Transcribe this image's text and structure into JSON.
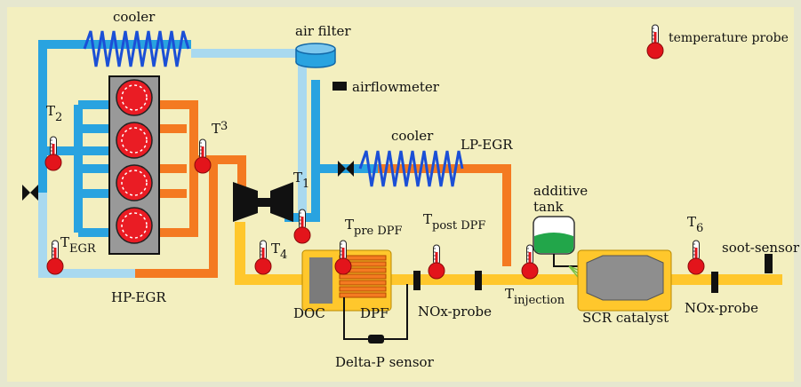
{
  "labels": {
    "cooler_top": "cooler",
    "air_filter": "air filter",
    "airflowmeter": "airflowmeter",
    "temperature_probe": "temperature probe",
    "cooler_lp": "cooler",
    "lp_egr": "LP-EGR",
    "hp_egr": "HP-EGR",
    "additive_tank": [
      "additive",
      "tank"
    ],
    "doc": "DOC",
    "dpf": "DPF",
    "nox_probe_1": "NOx-probe",
    "nox_probe_2": "NOx-probe",
    "scr_catalyst": "SCR catalyst",
    "delta_p_sensor": "Delta-P sensor",
    "soot_sensor": "soot-sensor"
  },
  "temperature_labels": {
    "t1": {
      "main": "T",
      "sub": "1"
    },
    "t2": {
      "main": "T",
      "sub": "2"
    },
    "t3": {
      "main": "T",
      "sub": "3"
    },
    "t4": {
      "main": "T",
      "sub": "4"
    },
    "t6": {
      "main": "T",
      "sub": "6"
    },
    "t_egr": {
      "main": "T",
      "sub": "EGR"
    },
    "t_pre_dpf": {
      "main": "T",
      "sub": "pre DPF"
    },
    "t_post_dpf": {
      "main": "T",
      "sub": "post DPF"
    },
    "t_injection": {
      "main": "T",
      "sub": "injection"
    }
  },
  "colors": {
    "background": "#f3efbf",
    "frame": "#e6e7cf",
    "fresh_air": "#29a3e0",
    "hp_egr_pipe": "#a9d9ef",
    "exhaust_hot": "#f47a21",
    "exhaust": "#ffc72c",
    "thermometer": "#e3141b",
    "engine_block": "#999999",
    "cylinder": "#ea1c24"
  }
}
